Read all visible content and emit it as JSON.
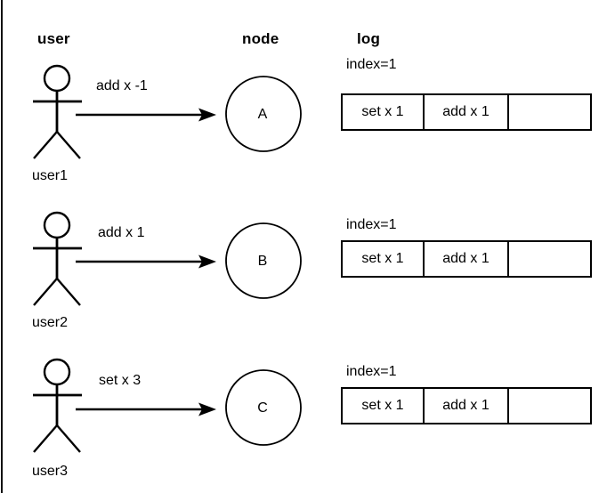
{
  "columns": {
    "user_header": "user",
    "node_header": "node",
    "log_header": "log"
  },
  "rows": [
    {
      "actor_label": "user1",
      "message": "add x -1",
      "node_letter": "A",
      "index_label": "index=1",
      "log_cells": [
        "set x 1",
        "add x 1",
        ""
      ]
    },
    {
      "actor_label": "user2",
      "message": "add x 1",
      "node_letter": "B",
      "index_label": "index=1",
      "log_cells": [
        "set x 1",
        "add x 1",
        ""
      ]
    },
    {
      "actor_label": "user3",
      "message": "set x 3",
      "node_letter": "C",
      "index_label": "index=1",
      "log_cells": [
        "set x 1",
        "add x 1",
        ""
      ]
    }
  ],
  "style": {
    "stroke": "#000000",
    "background": "#ffffff"
  }
}
